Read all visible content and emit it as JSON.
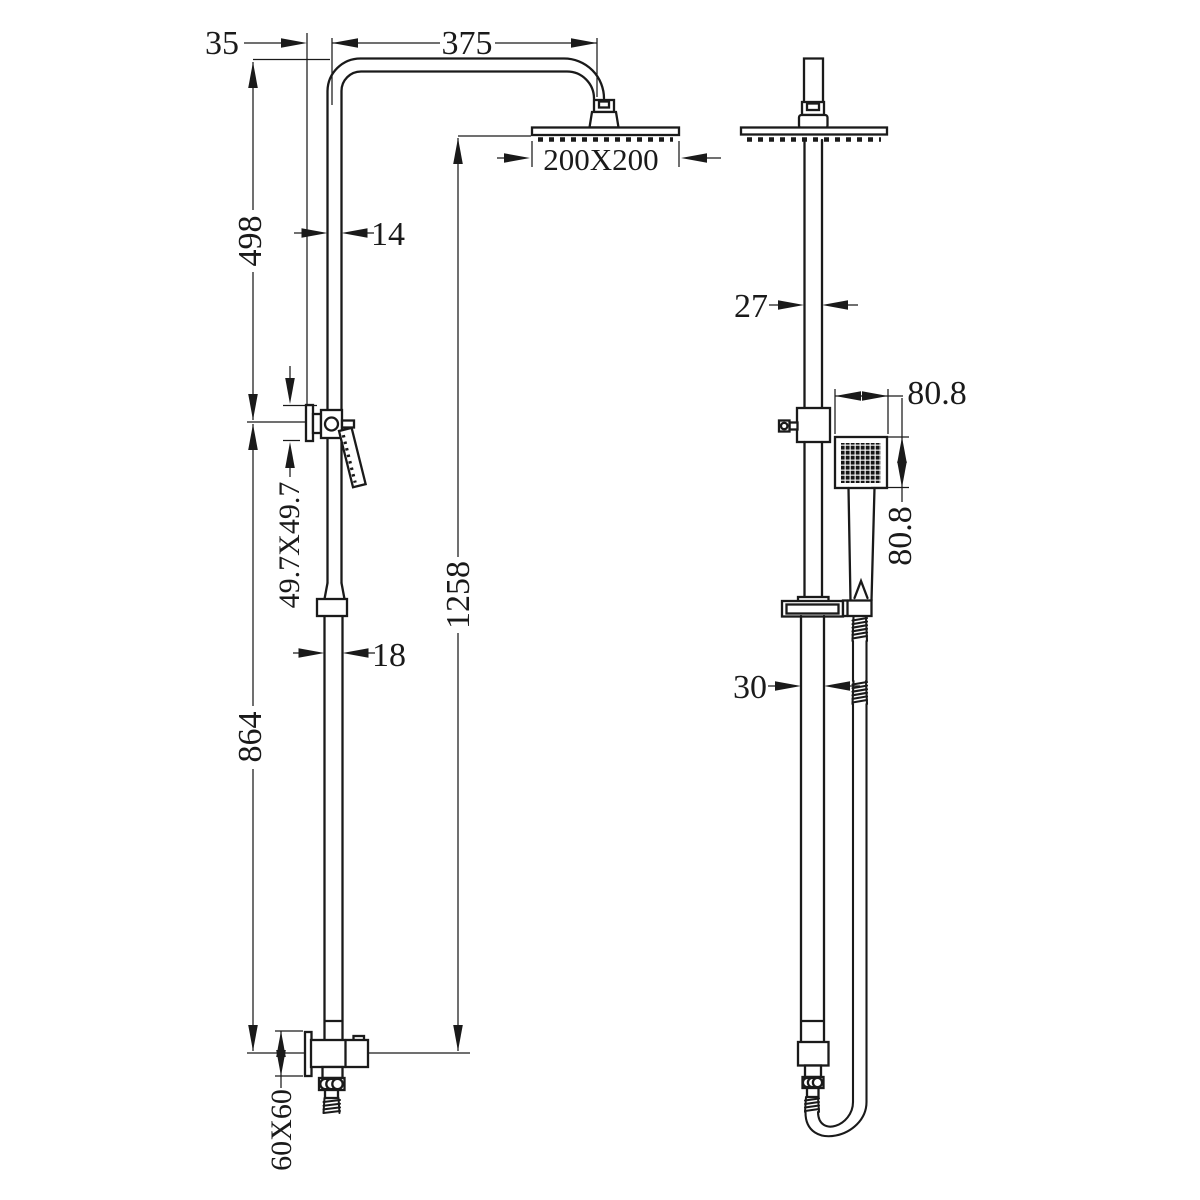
{
  "drawing": {
    "title": "shower column two-view installation drawing",
    "line_color": "#1a1a1a",
    "background": "#ffffff"
  },
  "dimensions": {
    "wall_offset_top": "35",
    "arm_length": "375",
    "head_size": "200X200",
    "upper_section_height": "498",
    "upper_pipe_width": "14",
    "bracket_plate_size": "49.7X49.7",
    "total_height": "1258",
    "lower_pipe_width": "18",
    "lower_section_height": "864",
    "wall_outlet_size": "60X60",
    "pipe_depth_top": "27",
    "hand_shower_width": "80.8",
    "hand_shower_height": "80.8",
    "pipe_depth_bottom": "30"
  }
}
